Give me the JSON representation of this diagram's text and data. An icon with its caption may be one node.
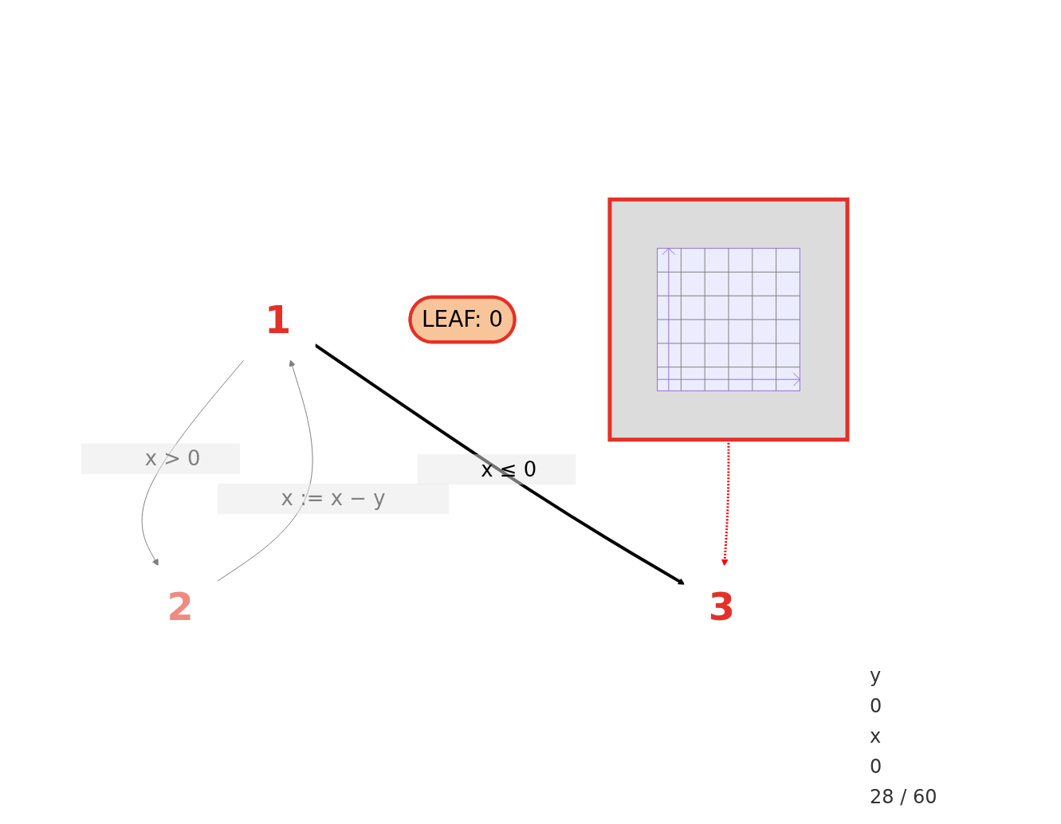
{
  "diagram": {
    "nodes": [
      {
        "text": [
          "1"
        ]
      },
      {
        "text": [
          "2"
        ]
      },
      {
        "text": [
          "3"
        ]
      },
      {
        "text": [
          "LEAF:  0"
        ]
      },
      {
        "text": [],
        "shape": "picture"
      }
    ],
    "edges": [
      {
        "from": 0,
        "to": 1,
        "arrow": "to",
        "label": "x > 0",
        "color": "#808080"
      },
      {
        "from": 1,
        "to": 0,
        "arrow": "to",
        "label": "x := x − y",
        "color": "#808080"
      },
      {
        "from": 0,
        "to": 2,
        "arrow": "to",
        "label": "x ≤ 0",
        "style": "thick",
        "color": "#000000"
      },
      {
        "from": 4,
        "to": 2,
        "arrow": "to",
        "style": "dashed",
        "color": "#ff0000"
      }
    ],
    "labels": [
      "y",
      "0",
      "x",
      "0",
      "28 / 60"
    ]
  }
}
